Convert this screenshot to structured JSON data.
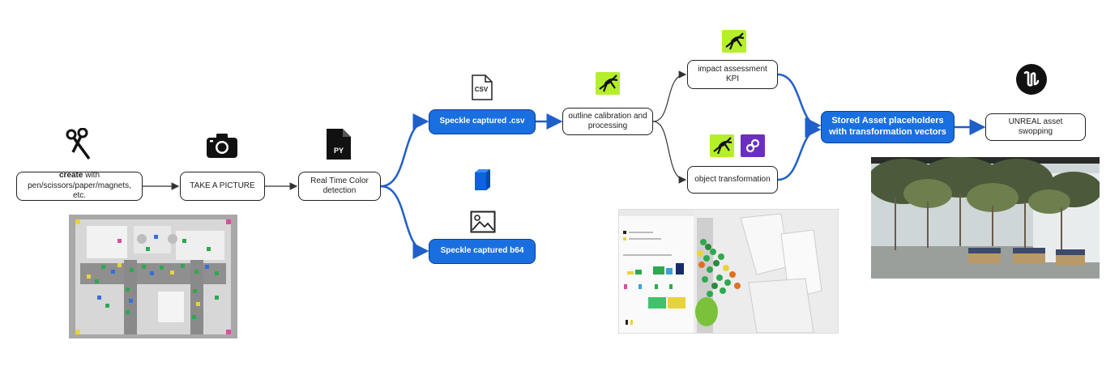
{
  "nodes": {
    "create_strong": "create",
    "create_rest": " with pen/scissors/paper/magnets, etc.",
    "take_picture": "TAKE A PICTURE",
    "color_detection": "Real Time Color detection",
    "speckle_csv": "Speckle captured .csv",
    "speckle_b64": "Speckle captured b64",
    "outline_calibration": "outline calibration and processing",
    "impact_assessment": "impact assessment KPI",
    "object_transformation": "object transformation",
    "stored_asset": "Stored Asset placeholders with transformation vectors",
    "unreal_swapping": "UNREAL asset swopping"
  },
  "icons": {
    "csv_label": "CSV",
    "py_label": "PY",
    "scissors": "scissors-icon",
    "camera": "camera-icon",
    "grasshopper": "grasshopper-icon",
    "speckle_cube": "speckle-cube-icon",
    "image": "image-icon",
    "unreal": "unreal-engine-icon",
    "plugin": "plugin-icon"
  },
  "colors": {
    "accent_blue": "#1a6fe0",
    "arrow_blue": "#1f5fc9",
    "grasshopper_green": "#b5ef2a",
    "plugin_purple": "#6b2fc0"
  }
}
